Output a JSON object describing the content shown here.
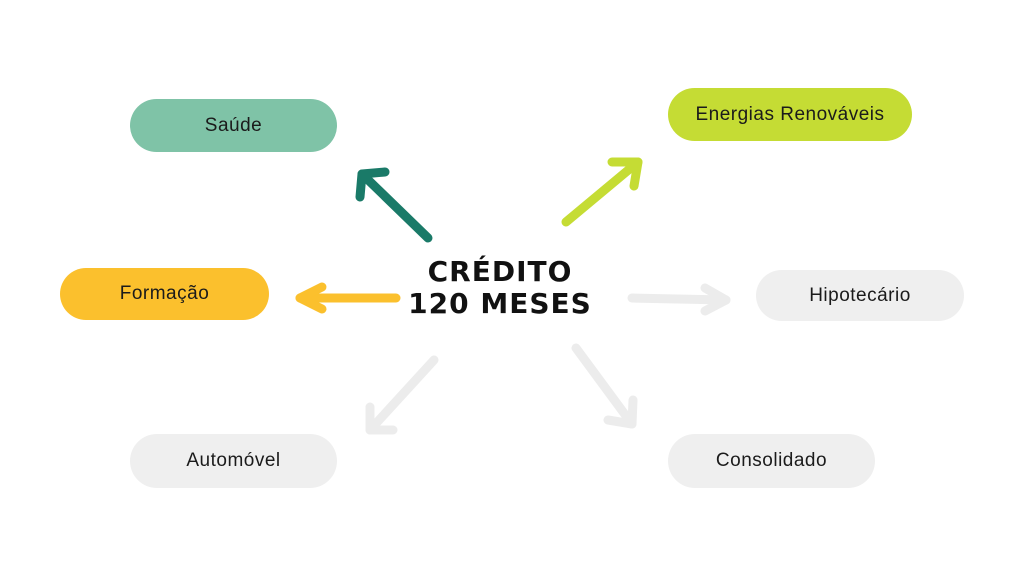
{
  "center": {
    "line1": "CRÉDITO",
    "line2": "120 MESES"
  },
  "nodes": {
    "saude": {
      "label": "Saúde",
      "color": "#7fc3a7",
      "active": true
    },
    "energias": {
      "label": "Energias Renováveis",
      "color": "#c5dc34",
      "active": true
    },
    "formacao": {
      "label": "Formação",
      "color": "#fbc02d",
      "active": true
    },
    "hipotecario": {
      "label": "Hipotecário",
      "color": "#efefef",
      "active": false
    },
    "automovel": {
      "label": "Automóvel",
      "color": "#efefef",
      "active": false
    },
    "consolidado": {
      "label": "Consolidado",
      "color": "#efefef",
      "active": false
    }
  },
  "arrow_colors": {
    "saude": "#1a7a68",
    "energias": "#c5dc34",
    "formacao": "#fbc02d",
    "inactive": "#ececec"
  }
}
